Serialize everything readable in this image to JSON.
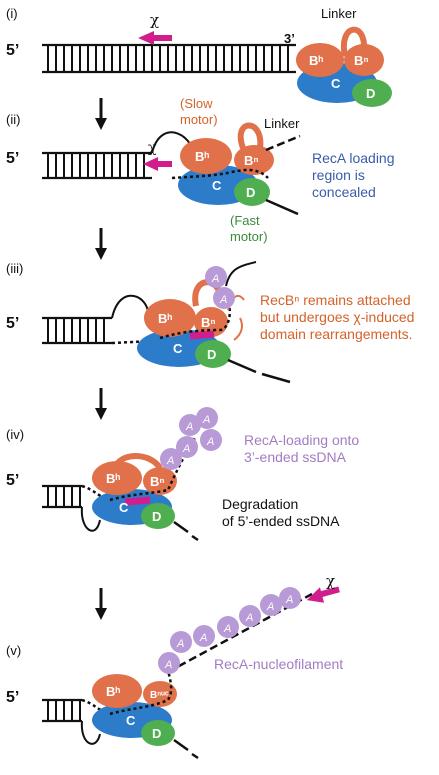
{
  "steps": [
    "(i)",
    "(ii)",
    "(iii)",
    "(iv)",
    "(v)"
  ],
  "labels": {
    "five_prime": "5’",
    "three_prime": "3’",
    "chi": "χ",
    "linker": "Linker",
    "bh": "Bʰ",
    "bn": "Bⁿ",
    "bnuc": "Bⁿᵘᶜ",
    "c": "C",
    "d": "D",
    "recA": "A"
  },
  "annotations": {
    "slow_motor": [
      "(Slow",
      "motor)"
    ],
    "fast_motor": [
      "(Fast",
      "motor)"
    ],
    "recA_loading_region": [
      "RecA loading",
      "region is",
      "concealed"
    ],
    "recbn_rearrangement": [
      "RecBⁿ remains attached",
      "but undergoes χ-induced",
      "domain rearrangements."
    ],
    "recA_loading_onto": [
      "RecA-loading onto",
      "3’-ended ssDNA"
    ],
    "degradation": [
      "Degradation",
      "of 5’-ended ssDNA"
    ],
    "nucleofilament": "RecA-nucleofilament"
  },
  "colors": {
    "recB": "#e0714a",
    "recC": "#2d7cc9",
    "recD": "#4fae4f",
    "recA": "#b79ad6",
    "chi": "#d01f8c",
    "dna": "#111111",
    "blue_text": "#3b5bab",
    "orange_text": "#d4622a",
    "purple_text": "#a37cc4"
  }
}
